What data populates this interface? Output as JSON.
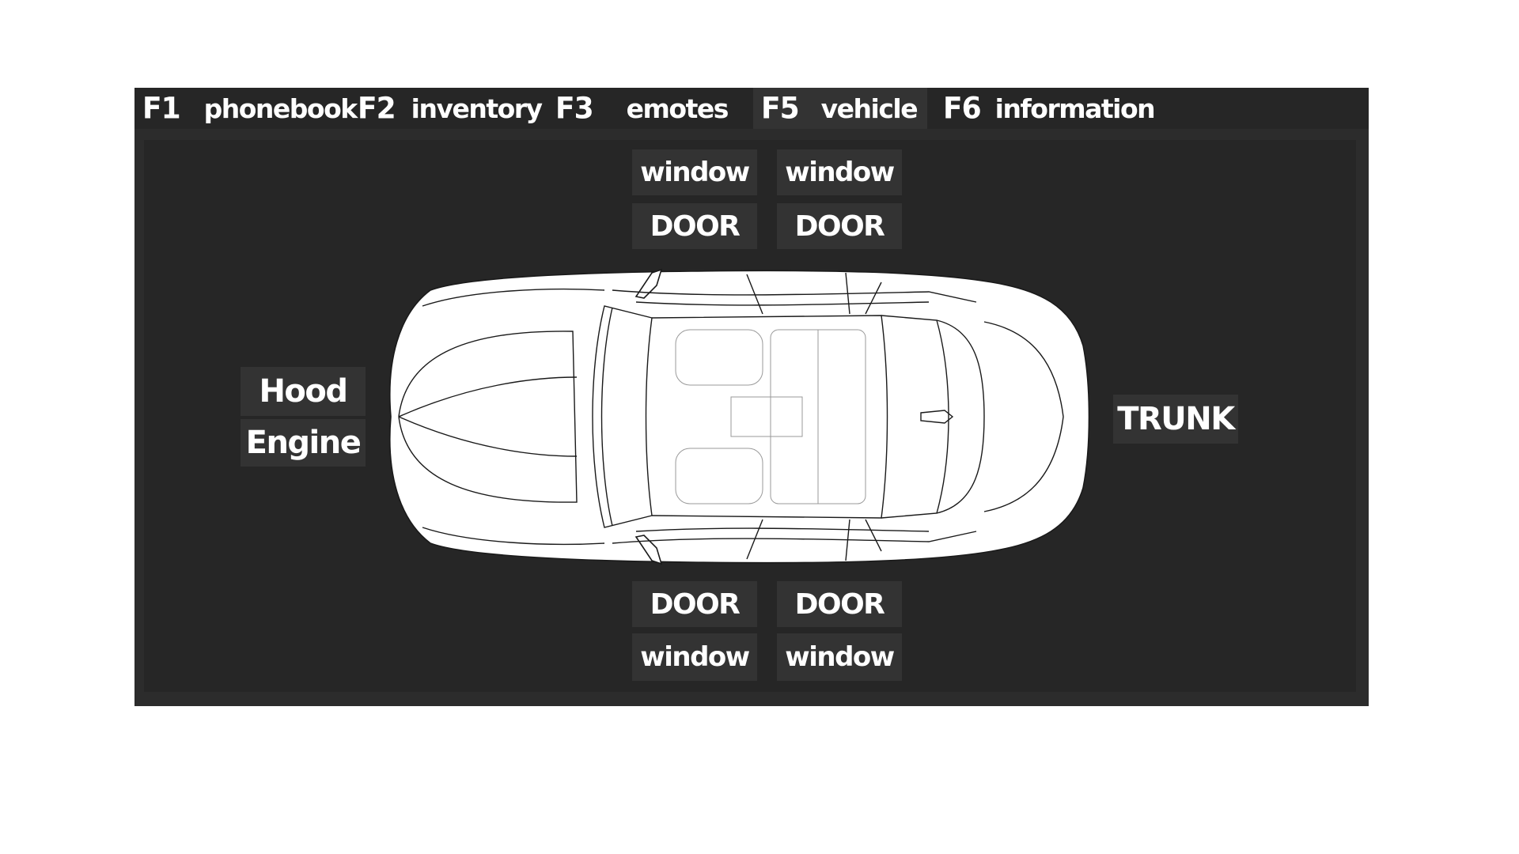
{
  "tabs": [
    {
      "key": "F1",
      "label": "Phonebook"
    },
    {
      "key": "F2",
      "label": "Inventory"
    },
    {
      "key": "F3",
      "label": "Emotes"
    },
    {
      "key": "F5",
      "label": "Vehicle"
    },
    {
      "key": "F6",
      "label": "Information"
    }
  ],
  "active_tab": "F5",
  "vehicle": {
    "front_left_window": "window",
    "front_right_window": "window",
    "front_left_door": "DOOR",
    "front_right_door": "DOOR",
    "rear_left_door": "DOOR",
    "rear_right_door": "DOOR",
    "rear_left_window": "window",
    "rear_right_window": "window",
    "hood": "Hood",
    "engine": "Engine",
    "trunk": "TRUNK"
  },
  "icons": [
    "car-top-view-icon"
  ],
  "colors": {
    "frame": "#2c2c2c",
    "panel": "#262626",
    "button": "#333333",
    "text": "#ffffff"
  }
}
